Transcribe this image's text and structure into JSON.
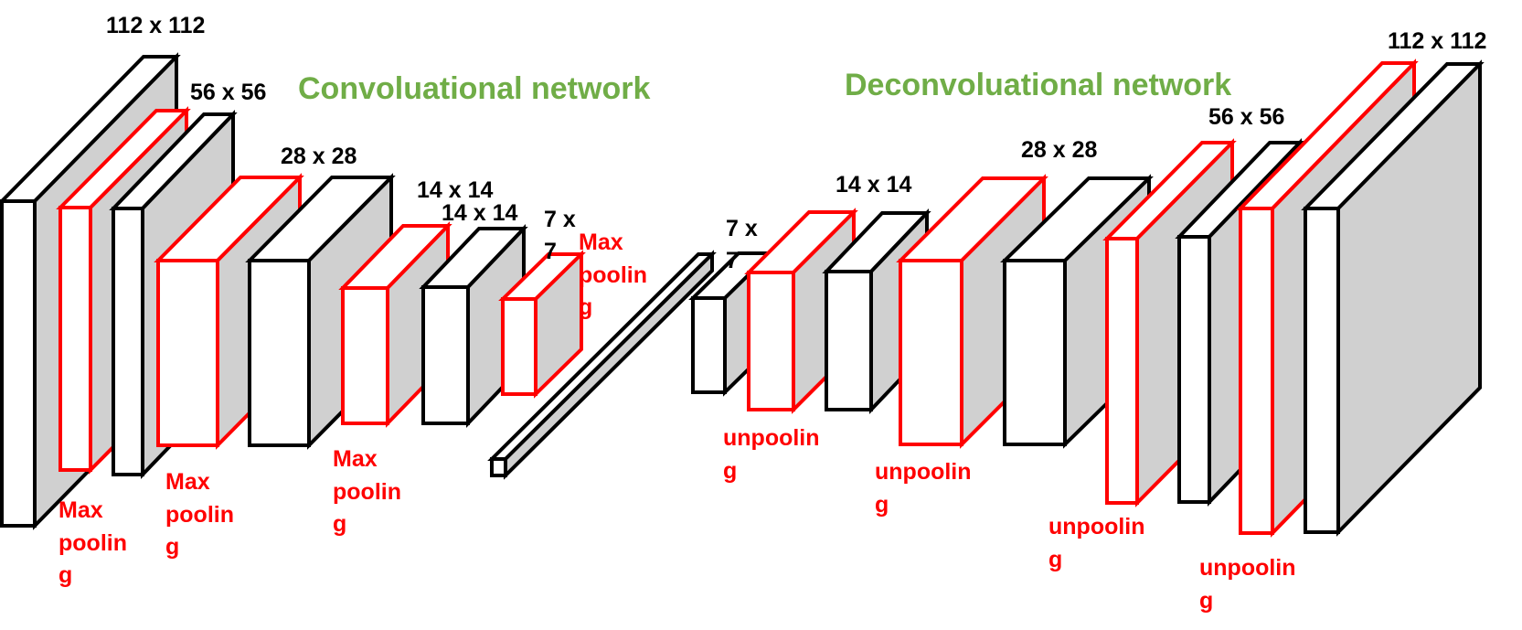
{
  "titles": {
    "encoder": "Convoluational network",
    "decoder": "Deconvoluational network"
  },
  "size_labels": [
    "112 x 112",
    "56 x 56",
    "28 x 28",
    "14 x 14",
    "14 x 14",
    "7 x",
    "7",
    "7 x",
    "7",
    "14 x 14",
    "28 x 28",
    "56 x 56",
    "112 x 112"
  ],
  "op_labels": {
    "max_pooling": [
      "Max",
      "poolin",
      "g"
    ],
    "unpooling": [
      "unpoolin",
      "g"
    ]
  },
  "colors": {
    "title": "#70AD47",
    "pooling": "#FF0000",
    "layer": "#000000",
    "side": "#D0D0D0",
    "face": "#FFFFFF"
  }
}
